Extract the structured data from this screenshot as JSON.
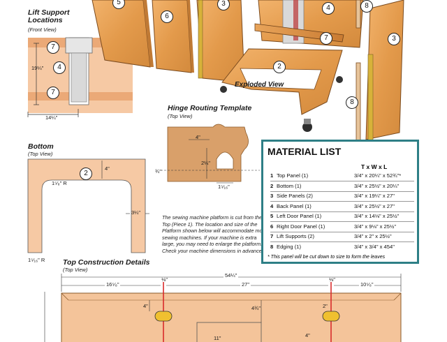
{
  "callouts": {
    "n2": "2",
    "n3": "3",
    "n4": "4",
    "n5": "5",
    "n6": "6",
    "n7": "7",
    "n8": "8"
  },
  "lift_support": {
    "title": "Lift Support\nLocations",
    "subtitle": "(Front View)",
    "dim_height": "19¼\"",
    "dim_width": "14¼\""
  },
  "exploded_view": {
    "label": "Exploded View"
  },
  "hinge_template": {
    "title": "Hinge Routing Template",
    "subtitle": "(Top View)",
    "dim_top": "4\"",
    "dim_mid": "2¼\"",
    "dim_left": "¾\"",
    "dim_bottom": "1⁵⁄₁₆\""
  },
  "bottom": {
    "title": "Bottom",
    "subtitle": "(Top View)",
    "dim_4": "4\"",
    "dim_radius_inner": "1⁵⁄₈\" R",
    "dim_side": "3¼\"",
    "dim_radius_outer": "1⁵⁄₁₆\" R"
  },
  "note": "The sewing machine platform is cut from the Top (Piece 1). The location and size of the Platform shown below will accommodate most sewing machines. If your machine is extra large, you may need to enlarge the platform. Check your machine dimensions in advance.",
  "material_list": {
    "title": "MATERIAL LIST",
    "header": "T x W x L",
    "items": [
      {
        "num": "1",
        "part": "Top Panel (1)",
        "dims": "3/4\" x 20¼\" x 52¾\"*"
      },
      {
        "num": "2",
        "part": "Bottom (1)",
        "dims": "3/4\" x 25½\" x 20¼\""
      },
      {
        "num": "3",
        "part": "Side Panels (2)",
        "dims": "3/4\" x 19¼\" x 27\""
      },
      {
        "num": "4",
        "part": "Back Panel (1)",
        "dims": "3/4\" x 25½\" x 27\""
      },
      {
        "num": "5",
        "part": "Left Door Panel (1)",
        "dims": "3/4\" x 14⅛\" x 25½\""
      },
      {
        "num": "6",
        "part": "Right Door Panel (1)",
        "dims": "3/4\" x 9⅛\" x 25½\""
      },
      {
        "num": "7",
        "part": "Lift Supports (2)",
        "dims": "3/4\" x 2\" x 25½\""
      },
      {
        "num": "8",
        "part": "Edging (1)",
        "dims": "3/4\" x 3/4\" x 454\""
      }
    ],
    "footnote": "* This panel will be cut down to size to form the leaves"
  },
  "top_construction": {
    "title": "Top Construction Details",
    "subtitle": "(Top View)",
    "dim_overall": "54¼\"",
    "dim_left": "16⁵⁄₈\"",
    "dim_center": "27\"",
    "dim_right": "10⁵⁄₈\"",
    "dim_kerf_left": "⅛\"",
    "dim_kerf_right": "⅛\"",
    "dim_4": "4\"",
    "dim_4_3_4": "4¾\"",
    "dim_2": "2\"",
    "dim_11": "11\"",
    "dim_4b": "4\""
  }
}
